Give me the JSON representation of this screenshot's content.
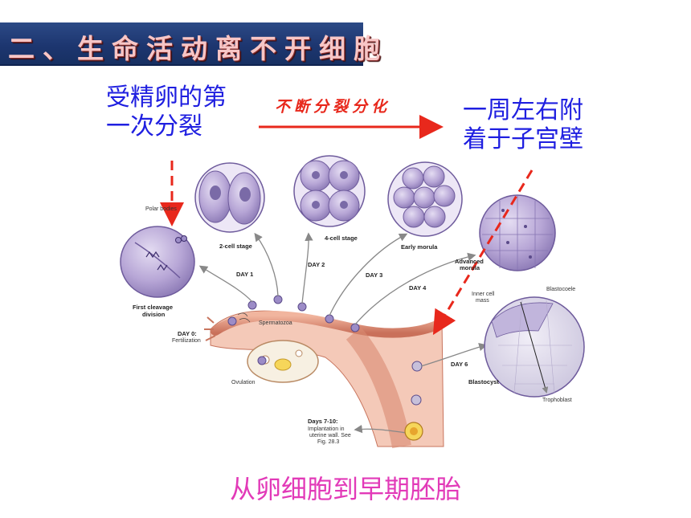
{
  "banner": {
    "title": "二、生命活动离不开细胞"
  },
  "annotations": {
    "left_line1": "受精卵的第",
    "left_line2": "一次分裂",
    "arrow_label": "不断分裂分化",
    "right_line1": "一周左右附",
    "right_line2": "着于子宫壁"
  },
  "caption": "从卵细胞到早期胚胎",
  "figure": {
    "polar_bodies": "Polar bodies",
    "first_cleavage_1": "First cleavage",
    "first_cleavage_2": "division",
    "two_cell": "2-cell stage",
    "four_cell": "4-cell stage",
    "early_morula": "Early morula",
    "advanced_morula_1": "Advanced",
    "advanced_morula_2": "morula",
    "day1": "DAY 1",
    "day2": "DAY 2",
    "day3": "DAY 3",
    "day4": "DAY 4",
    "day0": "DAY 0:",
    "fertilization": "Fertilization",
    "spermatozoa": "Spermatozoa",
    "ovulation": "Ovulation",
    "inner_cell_mass_1": "Inner cell",
    "inner_cell_mass_2": "mass",
    "blastocoele": "Blastocoele",
    "day6": "DAY 6",
    "blastocyst": "Blastocyst",
    "trophoblast": "Trophoblast",
    "days_7_10": "Days 7-10:",
    "implantation_1": "Implantation in",
    "implantation_2": "uterine wall. See",
    "implantation_3": "Fig. 28.3"
  },
  "colors": {
    "banner_bg": "#1d3670",
    "banner_text": "#f7c6c6",
    "annotation_blue": "#1f1fe0",
    "arrow_red": "#e8281c",
    "caption_magenta": "#e23ab8",
    "cell_purple": "#b7a6d6"
  }
}
